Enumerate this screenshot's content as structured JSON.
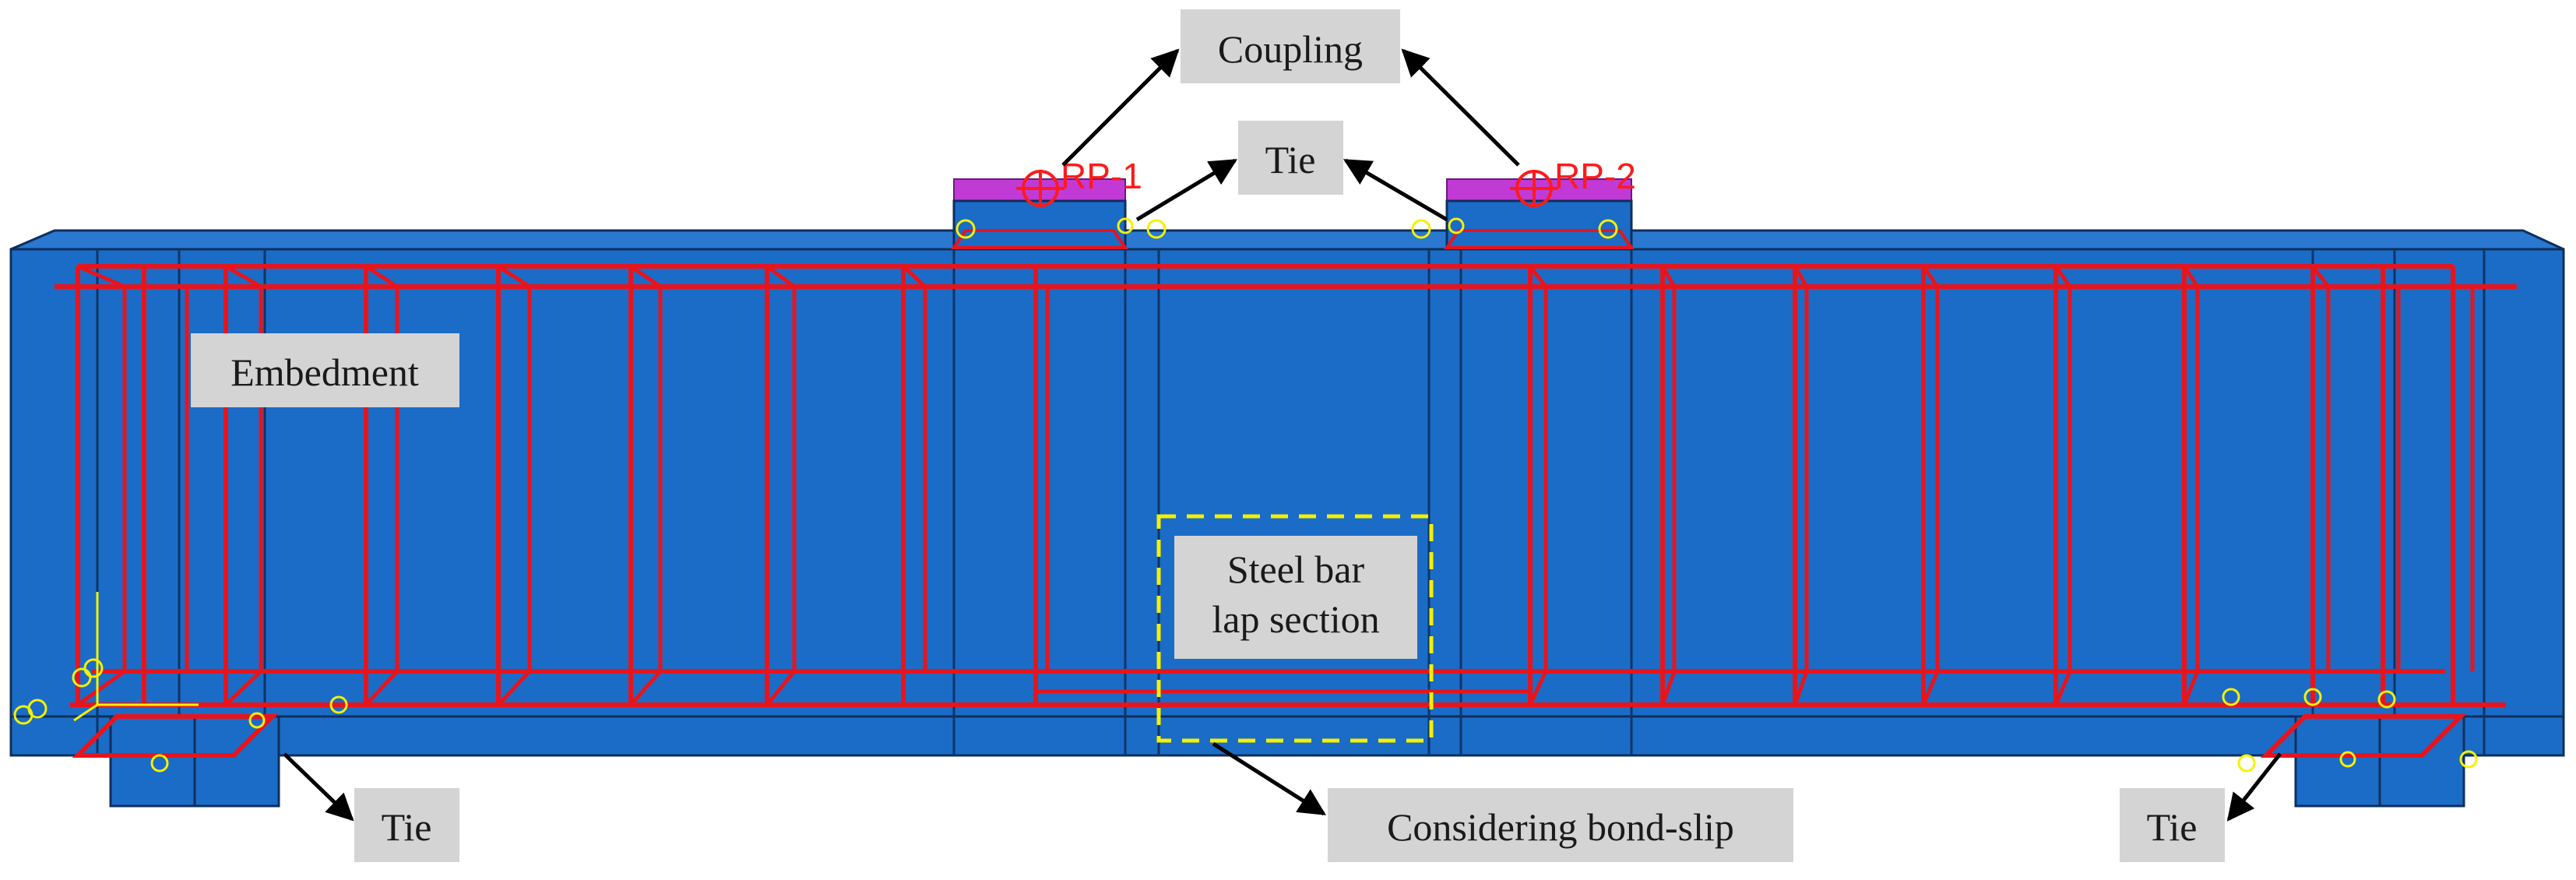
{
  "annotations": {
    "coupling": "Coupling",
    "tie_top": "Tie",
    "embedment": "Embedment",
    "lap_line1": "Steel bar",
    "lap_line2": "lap section",
    "tie_bottom_left": "Tie",
    "bond_slip": "Considering bond-slip",
    "tie_bottom_right": "Tie"
  },
  "reference_points": {
    "rp1": "RP-1",
    "rp2": "RP-2"
  },
  "colors": {
    "concrete": "#1b6cc7",
    "concrete_dark": "#145aa8",
    "rebar": "#e8141c",
    "plate_top": "#c23ad6",
    "callout": "#d4d4d4",
    "lap_box": "#f5f000"
  }
}
